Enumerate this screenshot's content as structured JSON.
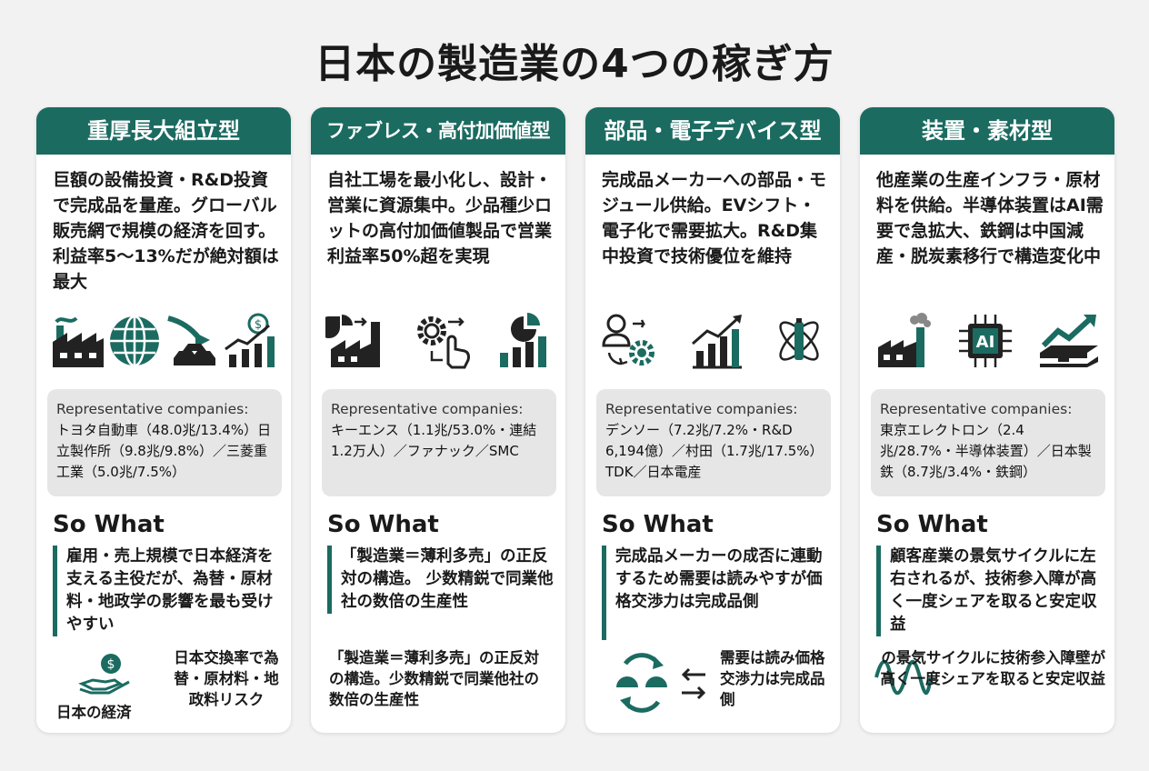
{
  "title": "日本の製造業の4つの稼ぎ方",
  "rep_label": "Representative companies:",
  "sowhat_label": "So What",
  "cards": [
    {
      "header": "重厚長大組立型",
      "desc": "巨額の設備投資・R&D投資で完成品を量産。グローバル販売網で規模の経済を回す。利益率5〜13%だが絶対額は最大",
      "companies": "トヨタ自動車（48.0兆/13.4%）日立製作所（9.8兆/9.8%）／三菱重工業（5.0兆/7.5%）",
      "sowhat": "雇用・売上規模で日本経済を支える主役だが、為替・原材料・地政学の影響を最も受けやすい",
      "bottom_left": "日本の経済",
      "bottom_right": "日本交換率で為替・原材料・地政料リスク",
      "icons": [
        "factory-icon",
        "globe-icon",
        "gold-bars-icon",
        "growth-chart-icon"
      ]
    },
    {
      "header": "ファブレス・高付加価値型",
      "desc": "自社工場を最小化し、設計・営業に資源集中。少品種少ロットの高付加価値製品で営業利益率50%超を実現",
      "companies": "キーエンス（1.1兆/53.0%・連結1.2万人）／ファナック／SMC",
      "sowhat": "「製造業＝薄利多売」の正反対の構造。 少数精鋭で同業他社の数倍の生産性",
      "bottom_text": "「製造業＝薄利多売」の正反対の構造。少数精鋭で同業他社の数倍の生産性",
      "icons": [
        "small-factory-icon",
        "gear-click-icon",
        "pie-bar-chart-icon"
      ]
    },
    {
      "header": "部品・電子デバイス型",
      "desc": "完成品メーカーへの部品・モジュール供給。EVシフト・電子化で需要拡大。R&D集中投資で技術優位を維持",
      "companies": "デンソー（7.2兆/7.2%・R&D 6,194億）／村田（1.7兆/17.5%）TDK／日本電産",
      "sowhat": "完成品メーカーの成否に連動するため需要は読みやすが価格交渉力は完成品側",
      "bottom_text": "需要は読み価格交渉力は完成品側",
      "icons": [
        "person-gear-icon",
        "bar-chart-up-icon",
        "atom-battery-icon"
      ]
    },
    {
      "header": "装置・素材型",
      "desc": "他産業の生産インフラ・原材料を供給。半導体装置はAI需要で急拡大、鉄鋼は中国減産・脱炭素移行で構造変化中",
      "companies": "東京エレクトロン（2.4兆/28.7%・半導体装置）／日本製鉄（8.7兆/3.4%・鉄鋼）",
      "sowhat": "顧客産業の景気サイクルに左右されるが、技術参入障が高く一度シェアを取ると安定収益",
      "bottom_text": "の景気サイクルに技術参入障壁が高く一度シェアを取ると安定収益",
      "ai_chip_text": "AI",
      "icons": [
        "plant-icon",
        "ai-chip-icon",
        "steel-beam-icon"
      ]
    }
  ]
}
